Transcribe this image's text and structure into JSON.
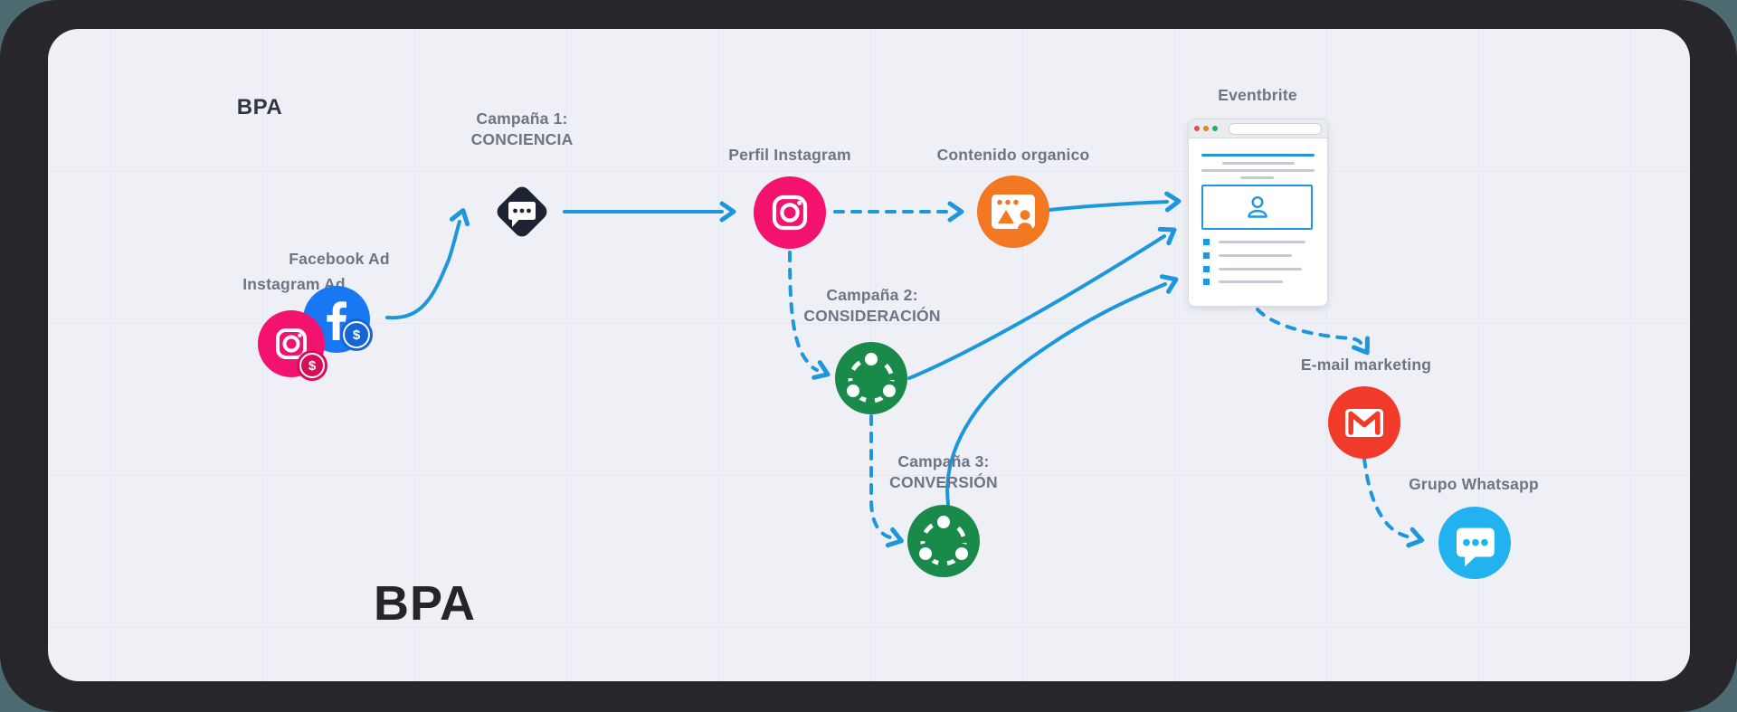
{
  "labels": {
    "bpa_small": "BPA",
    "bpa_large": "BPA",
    "campaign1_line1": "Campaña 1:",
    "campaign1_line2": "CONCIENCIA",
    "facebook_ad": "Facebook Ad",
    "instagram_ad": "Instagram Ad",
    "perfil_instagram": "Perfil Instagram",
    "contenido_organico": "Contenido organico",
    "eventbrite": "Eventbrite",
    "campaign2_line1": "Campaña 2:",
    "campaign2_line2": "CONSIDERACIÓN",
    "campaign3_line1": "Campaña 3:",
    "campaign3_line2": "CONVERSIÓN",
    "email_marketing": "E-mail marketing",
    "grupo_whatsapp": "Grupo Whatsapp"
  },
  "badges": {
    "dollar": "$"
  },
  "colors": {
    "page_bg": "#4e6a71",
    "frame_dark": "#26262b",
    "canvas_bg": "#eef0f5",
    "grid_line": "#e3e9ef",
    "arrow_blue": "#1d97dc",
    "instagram_pink": "#f3126e",
    "facebook_blue": "#1877f2",
    "facebook_badge_blue": "#1565d8",
    "instagram_badge_pink": "#d90d56",
    "organic_orange": "#f47721",
    "campaign_green": "#1a8a4a",
    "gmail_red": "#f13a2a",
    "whatsapp_blue": "#22b2ef",
    "diamond_dark": "#1c2433",
    "label_gray": "#6b7583",
    "window_dots": [
      "#e74c3c",
      "#e67e22",
      "#27ae60"
    ]
  },
  "diagram": {
    "nodes": [
      {
        "id": "instagram-ad",
        "label_key": "instagram_ad",
        "icon": "instagram-dollar-icon"
      },
      {
        "id": "facebook-ad",
        "label_key": "facebook_ad",
        "icon": "facebook-dollar-icon"
      },
      {
        "id": "campaign1-conciencia",
        "label_key": "campaign1_line2",
        "icon": "chat-diamond-icon"
      },
      {
        "id": "perfil-instagram",
        "label_key": "perfil_instagram",
        "icon": "instagram-icon"
      },
      {
        "id": "contenido-organico",
        "label_key": "contenido_organico",
        "icon": "organic-content-icon"
      },
      {
        "id": "eventbrite",
        "label_key": "eventbrite",
        "icon": "browser-window-mockup"
      },
      {
        "id": "campaign2-consideracion",
        "label_key": "campaign2_line2",
        "icon": "share-network-icon"
      },
      {
        "id": "campaign3-conversion",
        "label_key": "campaign3_line2",
        "icon": "share-network-icon"
      },
      {
        "id": "email-marketing",
        "label_key": "email_marketing",
        "icon": "gmail-icon"
      },
      {
        "id": "grupo-whatsapp",
        "label_key": "grupo_whatsapp",
        "icon": "chat-bubble-icon"
      }
    ],
    "edges": [
      {
        "from": "instagram-facebook-ads",
        "to": "campaign1-conciencia",
        "style": "solid"
      },
      {
        "from": "campaign1-conciencia",
        "to": "perfil-instagram",
        "style": "solid"
      },
      {
        "from": "perfil-instagram",
        "to": "contenido-organico",
        "style": "dashed"
      },
      {
        "from": "contenido-organico",
        "to": "eventbrite",
        "style": "solid"
      },
      {
        "from": "perfil-instagram",
        "to": "campaign2-consideracion",
        "style": "dashed"
      },
      {
        "from": "campaign2-consideracion",
        "to": "eventbrite",
        "style": "solid"
      },
      {
        "from": "campaign2-consideracion",
        "to": "campaign3-conversion",
        "style": "dashed"
      },
      {
        "from": "campaign3-conversion",
        "to": "eventbrite",
        "style": "solid"
      },
      {
        "from": "eventbrite",
        "to": "email-marketing",
        "style": "dashed"
      },
      {
        "from": "email-marketing",
        "to": "grupo-whatsapp",
        "style": "dashed"
      }
    ]
  }
}
